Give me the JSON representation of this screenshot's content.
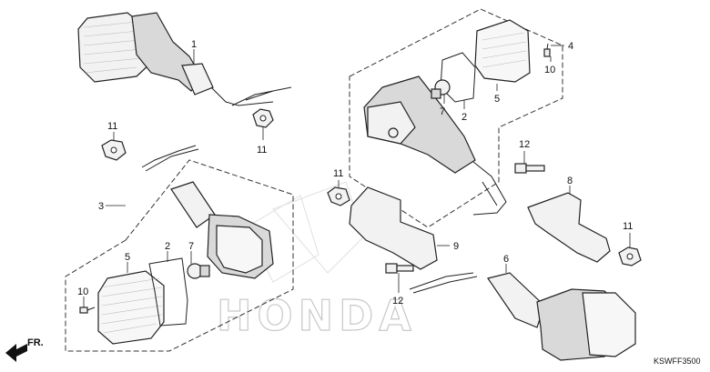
{
  "diagram": {
    "drawing_code": "KSWFF3500",
    "watermark": "HONDA",
    "direction_label": "FR.",
    "callouts": {
      "c1": "1",
      "c2a": "2",
      "c2b": "2",
      "c3": "3",
      "c4": "4",
      "c5a": "5",
      "c5b": "5",
      "c6": "6",
      "c7a": "7",
      "c7b": "7",
      "c8": "8",
      "c9": "9",
      "c10a": "10",
      "c10b": "10",
      "c11a": "11",
      "c11b": "11",
      "c11c": "11",
      "c11d": "11",
      "c12a": "12",
      "c12b": "12"
    }
  }
}
